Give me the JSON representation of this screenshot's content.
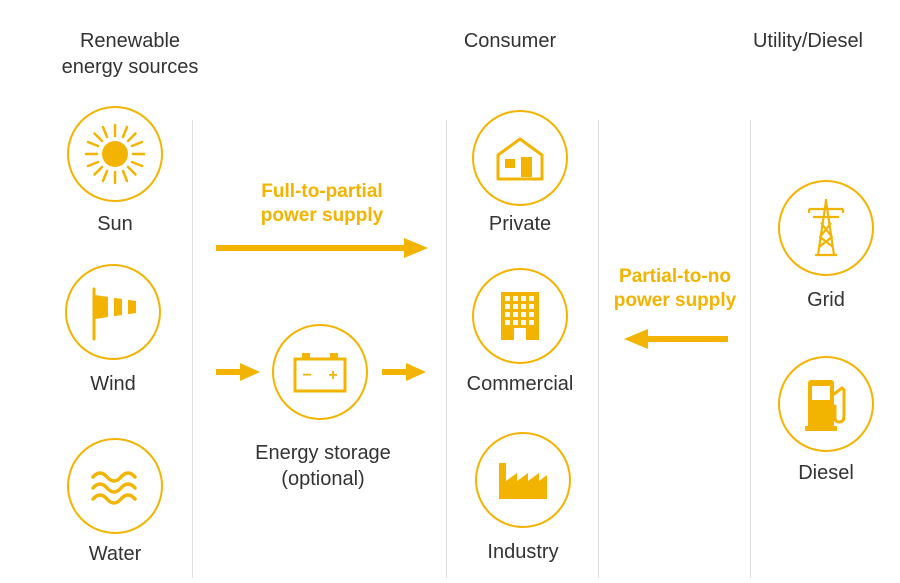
{
  "colors": {
    "accent": "#F2B400",
    "text": "#333333",
    "divider": "#E2E2E2"
  },
  "headers": {
    "renewable": "Renewable\nenergy sources",
    "consumer": "Consumer",
    "utility": "Utility/Diesel"
  },
  "sources": [
    {
      "label": "Sun",
      "icon": "sun-icon"
    },
    {
      "label": "Wind",
      "icon": "windsock-icon"
    },
    {
      "label": "Water",
      "icon": "waves-icon"
    }
  ],
  "storage": {
    "label": "Energy storage\n(optional)",
    "icon": "battery-icon",
    "battery_minus": "−",
    "battery_plus": "+"
  },
  "consumers": [
    {
      "label": "Private",
      "icon": "house-icon"
    },
    {
      "label": "Commercial",
      "icon": "office-building-icon"
    },
    {
      "label": "Industry",
      "icon": "factory-icon"
    }
  ],
  "utilities": [
    {
      "label": "Grid",
      "icon": "power-pylon-icon"
    },
    {
      "label": "Diesel",
      "icon": "fuel-pump-icon"
    }
  ],
  "flows": {
    "renewable_supply": "Full-to-partial\npower supply",
    "utility_supply": "Partial-to-no\npower supply"
  }
}
